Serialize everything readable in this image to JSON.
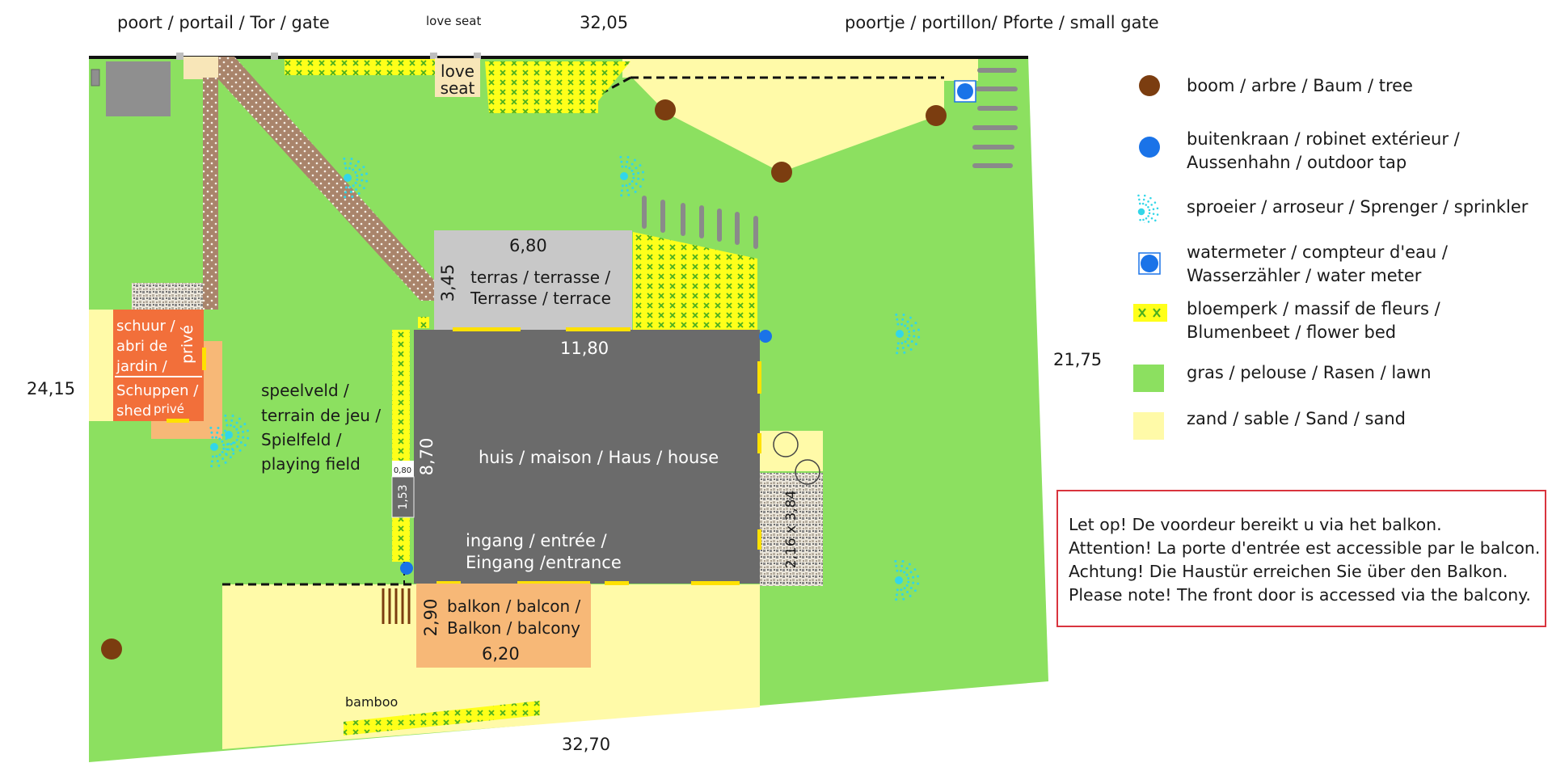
{
  "top_labels": {
    "gate": "poort / portail / Tor / gate",
    "love_seat": "love seat",
    "top_length": "32,05",
    "small_gate": "poortje / portillon/ Pforte / small gate"
  },
  "dimensions": {
    "left_side": "24,15",
    "right_side": "21,75",
    "bottom_length": "32,70",
    "terrace_width": "6,80",
    "terrace_depth": "3,45",
    "house_width": "11,80",
    "house_depth": "8,70",
    "step_small": "0,80",
    "step_width": "1,53",
    "balcony_depth": "2,90",
    "balcony_width": "6,20",
    "stone_area": "2,16 x 3,84"
  },
  "areas": {
    "love_seat_box": [
      "love",
      "seat"
    ],
    "terrace": [
      "terras / terrasse /",
      "Terrasse / terrace"
    ],
    "house": "huis / maison / Haus / house",
    "entrance": [
      "ingang / entrée /",
      "Eingang /entrance"
    ],
    "balcony": [
      "balkon / balcon /",
      "Balkon / balcony"
    ],
    "playing_field": [
      "speelveld /",
      "terrain de jeu /",
      "Spielfeld /",
      "playing field"
    ],
    "shed_upper": [
      "schuur /",
      "abri de",
      "jardin /"
    ],
    "shed_lower": [
      "Schuppen /",
      "shed"
    ],
    "private_upper": "privé",
    "private_lower": "privé",
    "bamboo": "bamboo"
  },
  "legend": [
    {
      "icon": "tree-icon",
      "label": "boom / arbre / Baum / tree"
    },
    {
      "icon": "outdoor-tap-icon",
      "label": "buitenkraan / robinet extérieur / Aussenhahn / outdoor tap"
    },
    {
      "icon": "sprinkler-icon",
      "label": "sproeier / arroseur / Sprenger / sprinkler"
    },
    {
      "icon": "water-meter-icon",
      "label": "watermeter / compteur d'eau / Wasserzähler / water meter"
    },
    {
      "icon": "flower-bed-icon",
      "label": "bloemperk / massif de fleurs / Blumenbeet / flower bed"
    },
    {
      "icon": "lawn-swatch-icon",
      "label": "gras / pelouse / Rasen / lawn"
    },
    {
      "icon": "sand-swatch-icon",
      "label": "zand / sable / Sand / sand"
    }
  ],
  "note": [
    "Let op! De voordeur bereikt u via het balkon.",
    "Attention! La porte d'entrée est accessible par le balcon.",
    "Achtung! Die Haustür erreichen Sie über den Balkon.",
    "Please note! The front door is accessed via the balcony."
  ],
  "colors": {
    "lawn": "#8ce060",
    "sand": "#fffaa8",
    "house": "#6b6b6b",
    "terrace": "#c8c8c8",
    "balcony": "#f7b877",
    "shed": "#f26f3a",
    "flower_bed": "#ffff1a",
    "tree": "#7b3d10",
    "tap": "#1a73e8",
    "sprinkler": "#32d6e8",
    "note_border": "#d9343e"
  }
}
